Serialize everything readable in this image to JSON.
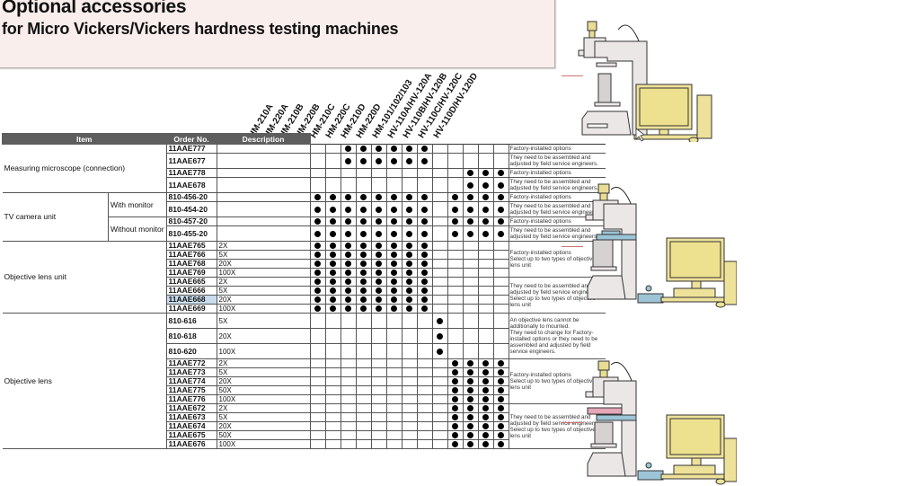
{
  "title": {
    "line1": "Optional accessories",
    "line2": "for Micro Vickers/Vickers hardness testing machines"
  },
  "table": {
    "headers": {
      "item": "Item",
      "order_no": "Order No.",
      "description": "Description"
    },
    "models": [
      "HM-210A",
      "HM-220A",
      "HM-210B",
      "HM-220B",
      "HM-210C",
      "HM-220C",
      "HM-210D",
      "HM-220D",
      "HM-101/102/103",
      "HV-110A/HV-120A",
      "HV-110B/HV-120B",
      "HV-110C/HV-120C",
      "HV-110D/HV-120D"
    ],
    "dot_symbol": "●",
    "groups": [
      {
        "item": "Measuring microscope (connection)",
        "rows": [
          {
            "order": "11AAE777",
            "desc": "",
            "dots": [
              0,
              0,
              1,
              1,
              1,
              1,
              1,
              1,
              0,
              0,
              0,
              0,
              0
            ],
            "note": "Factory-installed options",
            "tall": false
          },
          {
            "order": "11AAE677",
            "desc": "",
            "dots": [
              0,
              0,
              1,
              1,
              1,
              1,
              1,
              1,
              0,
              0,
              0,
              0,
              0
            ],
            "note": "They need to be assembled and adjusted by field service engineers.",
            "tall": true
          },
          {
            "order": "11AAE778",
            "desc": "",
            "dots": [
              0,
              0,
              0,
              0,
              0,
              0,
              0,
              0,
              0,
              0,
              1,
              1,
              1
            ],
            "note": "Factory-installed options",
            "tall": false
          },
          {
            "order": "11AAE678",
            "desc": "",
            "dots": [
              0,
              0,
              0,
              0,
              0,
              0,
              0,
              0,
              0,
              0,
              1,
              1,
              1
            ],
            "note": "They need to be assembled and adjusted by field service engineers.",
            "tall": true
          }
        ]
      },
      {
        "item": "TV camera unit",
        "subgroups": [
          {
            "label": "With monitor",
            "rows": [
              {
                "order": "810-456-20",
                "desc": "",
                "dots": [
                  1,
                  1,
                  1,
                  1,
                  1,
                  1,
                  1,
                  1,
                  0,
                  1,
                  1,
                  1,
                  1
                ],
                "note": "Factory-installed options",
                "tall": false
              },
              {
                "order": "810-454-20",
                "desc": "",
                "dots": [
                  1,
                  1,
                  1,
                  1,
                  1,
                  1,
                  1,
                  1,
                  0,
                  1,
                  1,
                  1,
                  1
                ],
                "note": "They need to be assembled and adjusted by field service engineers.",
                "tall": true
              }
            ]
          },
          {
            "label": "Without monitor",
            "rows": [
              {
                "order": "810-457-20",
                "desc": "",
                "dots": [
                  1,
                  1,
                  1,
                  1,
                  1,
                  1,
                  1,
                  1,
                  0,
                  1,
                  1,
                  1,
                  1
                ],
                "note": "Factory-installed options",
                "tall": false
              },
              {
                "order": "810-455-20",
                "desc": "",
                "dots": [
                  1,
                  1,
                  1,
                  1,
                  1,
                  1,
                  1,
                  1,
                  0,
                  1,
                  1,
                  1,
                  1
                ],
                "note": "They need to be assembled and adjusted by field service engineers.",
                "tall": true
              }
            ]
          }
        ]
      },
      {
        "item": "Objective lens unit",
        "rows": [
          {
            "order": "11AAE765",
            "desc": "2X",
            "dots": [
              1,
              1,
              1,
              1,
              1,
              1,
              1,
              1,
              0,
              0,
              0,
              0,
              0
            ]
          },
          {
            "order": "11AAE766",
            "desc": "5X",
            "dots": [
              1,
              1,
              1,
              1,
              1,
              1,
              1,
              1,
              0,
              0,
              0,
              0,
              0
            ]
          },
          {
            "order": "11AAE768",
            "desc": "20X",
            "dots": [
              1,
              1,
              1,
              1,
              1,
              1,
              1,
              1,
              0,
              0,
              0,
              0,
              0
            ]
          },
          {
            "order": "11AAE769",
            "desc": "100X",
            "dots": [
              1,
              1,
              1,
              1,
              1,
              1,
              1,
              1,
              0,
              0,
              0,
              0,
              0
            ]
          },
          {
            "order": "11AAE665",
            "desc": "2X",
            "dots": [
              1,
              1,
              1,
              1,
              1,
              1,
              1,
              1,
              0,
              0,
              0,
              0,
              0
            ]
          },
          {
            "order": "11AAE666",
            "desc": "5X",
            "dots": [
              1,
              1,
              1,
              1,
              1,
              1,
              1,
              1,
              0,
              0,
              0,
              0,
              0
            ]
          },
          {
            "order": "11AAE668",
            "desc": "20X",
            "dots": [
              1,
              1,
              1,
              1,
              1,
              1,
              1,
              1,
              0,
              0,
              0,
              0,
              0
            ],
            "highlight": true
          },
          {
            "order": "11AAE669",
            "desc": "100X",
            "dots": [
              1,
              1,
              1,
              1,
              1,
              1,
              1,
              1,
              0,
              0,
              0,
              0,
              0
            ]
          }
        ],
        "notes": [
          {
            "span": 4,
            "text": "Factory-installed options\nSelect up to two types of objective lens unit"
          },
          {
            "span": 4,
            "text": "They need to be assembled and adjusted by field service engineers.\nSelect up to two types of objective lens unit"
          }
        ]
      },
      {
        "item": "Objective lens",
        "rows": [
          {
            "order": "810-616",
            "desc": "5X",
            "dots": [
              0,
              0,
              0,
              0,
              0,
              0,
              0,
              0,
              1,
              0,
              0,
              0,
              0
            ],
            "tall": true
          },
          {
            "order": "810-618",
            "desc": "20X",
            "dots": [
              0,
              0,
              0,
              0,
              0,
              0,
              0,
              0,
              1,
              0,
              0,
              0,
              0
            ],
            "tall": true
          },
          {
            "order": "810-620",
            "desc": "100X",
            "dots": [
              0,
              0,
              0,
              0,
              0,
              0,
              0,
              0,
              1,
              0,
              0,
              0,
              0
            ],
            "tall": true
          },
          {
            "order": "11AAE772",
            "desc": "2X",
            "dots": [
              0,
              0,
              0,
              0,
              0,
              0,
              0,
              0,
              0,
              1,
              1,
              1,
              1
            ]
          },
          {
            "order": "11AAE773",
            "desc": "5X",
            "dots": [
              0,
              0,
              0,
              0,
              0,
              0,
              0,
              0,
              0,
              1,
              1,
              1,
              1
            ]
          },
          {
            "order": "11AAE774",
            "desc": "20X",
            "dots": [
              0,
              0,
              0,
              0,
              0,
              0,
              0,
              0,
              0,
              1,
              1,
              1,
              1
            ]
          },
          {
            "order": "11AAE775",
            "desc": "50X",
            "dots": [
              0,
              0,
              0,
              0,
              0,
              0,
              0,
              0,
              0,
              1,
              1,
              1,
              1
            ]
          },
          {
            "order": "11AAE776",
            "desc": "100X",
            "dots": [
              0,
              0,
              0,
              0,
              0,
              0,
              0,
              0,
              0,
              1,
              1,
              1,
              1
            ]
          },
          {
            "order": "11AAE672",
            "desc": "2X",
            "dots": [
              0,
              0,
              0,
              0,
              0,
              0,
              0,
              0,
              0,
              1,
              1,
              1,
              1
            ]
          },
          {
            "order": "11AAE673",
            "desc": "5X",
            "dots": [
              0,
              0,
              0,
              0,
              0,
              0,
              0,
              0,
              0,
              1,
              1,
              1,
              1
            ]
          },
          {
            "order": "11AAE674",
            "desc": "20X",
            "dots": [
              0,
              0,
              0,
              0,
              0,
              0,
              0,
              0,
              0,
              1,
              1,
              1,
              1
            ]
          },
          {
            "order": "11AAE675",
            "desc": "50X",
            "dots": [
              0,
              0,
              0,
              0,
              0,
              0,
              0,
              0,
              0,
              1,
              1,
              1,
              1
            ]
          },
          {
            "order": "11AAE676",
            "desc": "100X",
            "dots": [
              0,
              0,
              0,
              0,
              0,
              0,
              0,
              0,
              0,
              1,
              1,
              1,
              1
            ]
          }
        ],
        "notes": [
          {
            "span": 3,
            "text": "An objective lens cannot be additionally to mounted.\nThey need to change for Factory-installed options or they need to be assembled and adjusted by field service engineers."
          },
          {
            "span": 5,
            "text": "Factory-installed options\nSelect up to two types of objective lens unit"
          },
          {
            "span": 5,
            "text": "They need to be assembled and adjusted by field service engineers.\nSelect up to two types of objective lens unit"
          }
        ]
      }
    ]
  },
  "illustrations": [
    {
      "name": "hardness-tester-with-measuring-microscope",
      "highlight": "none"
    },
    {
      "name": "hardness-tester-with-objective-lens-unit",
      "highlight": "blue"
    },
    {
      "name": "hardness-tester-with-objective-lens",
      "highlight": "pink-blue"
    }
  ]
}
